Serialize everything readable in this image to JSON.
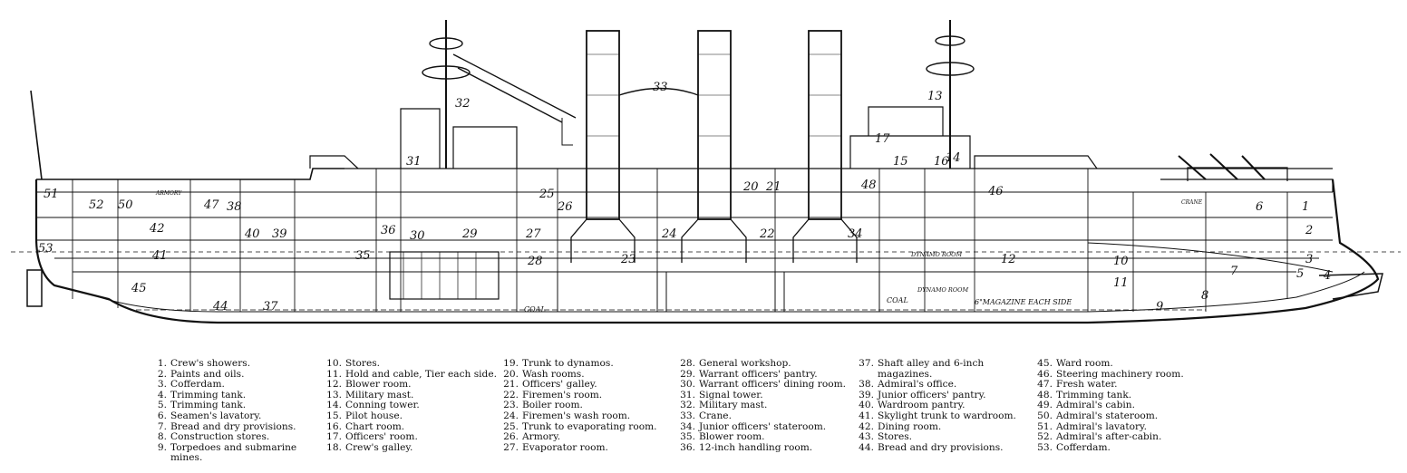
{
  "diagram": {
    "callouts": [
      "1",
      "2",
      "3",
      "4",
      "5",
      "6",
      "7",
      "8",
      "9",
      "10",
      "11",
      "12",
      "13",
      "14",
      "17",
      "20",
      "21",
      "22",
      "23",
      "24",
      "25",
      "26",
      "27",
      "28",
      "29",
      "30",
      "31",
      "32",
      "33",
      "35",
      "36",
      "37",
      "38",
      "39",
      "40",
      "41",
      "42",
      "44",
      "45",
      "47",
      "50",
      "51",
      "52",
      "53",
      "15",
      "16",
      "34",
      "48",
      "46"
    ],
    "text_labels": [
      "COAL",
      "COAL",
      "DYNAMO ROOM",
      "DYNAMO ROOM",
      "6\"MAGAZINE EACH SIDE",
      "ARMORY",
      "CRANE"
    ]
  },
  "legend": {
    "columns": [
      [
        {
          "num": "1.",
          "label": "Crew's showers."
        },
        {
          "num": "2.",
          "label": "Paints and oils."
        },
        {
          "num": "3.",
          "label": "Cofferdam."
        },
        {
          "num": "4.",
          "label": "Trimming tank."
        },
        {
          "num": "5.",
          "label": "Trimming tank."
        },
        {
          "num": "6.",
          "label": "Seamen's lavatory."
        },
        {
          "num": "7.",
          "label": "Bread and dry provisions."
        },
        {
          "num": "8.",
          "label": "Construction stores."
        },
        {
          "num": "9.",
          "label": "Torpedoes and submarine mines."
        }
      ],
      [
        {
          "num": "10.",
          "label": "Stores."
        },
        {
          "num": "11.",
          "label": "Hold and cable, Tier each side."
        },
        {
          "num": "12.",
          "label": "Blower room."
        },
        {
          "num": "13.",
          "label": "Military mast."
        },
        {
          "num": "14.",
          "label": "Conning tower."
        },
        {
          "num": "15.",
          "label": "Pilot house."
        },
        {
          "num": "16.",
          "label": "Chart room."
        },
        {
          "num": "17.",
          "label": "Officers' room."
        },
        {
          "num": "18.",
          "label": "Crew's galley."
        }
      ],
      [
        {
          "num": "19.",
          "label": "Trunk to dynamos."
        },
        {
          "num": "20.",
          "label": "Wash rooms."
        },
        {
          "num": "21.",
          "label": "Officers' galley."
        },
        {
          "num": "22.",
          "label": "Firemen's room."
        },
        {
          "num": "23.",
          "label": "Boiler room."
        },
        {
          "num": "24.",
          "label": "Firemen's wash room."
        },
        {
          "num": "25.",
          "label": "Trunk to evaporating room."
        },
        {
          "num": "26.",
          "label": "Armory."
        },
        {
          "num": "27.",
          "label": "Evaporator room."
        }
      ],
      [
        {
          "num": "28.",
          "label": "General workshop."
        },
        {
          "num": "29.",
          "label": "Warrant officers' pantry."
        },
        {
          "num": "30.",
          "label": "Warrant officers' dining room."
        },
        {
          "num": "31.",
          "label": "Signal tower."
        },
        {
          "num": "32.",
          "label": "Military mast."
        },
        {
          "num": "33.",
          "label": "Crane."
        },
        {
          "num": "34.",
          "label": "Junior officers' stateroom."
        },
        {
          "num": "35.",
          "label": "Blower room."
        },
        {
          "num": "36.",
          "label": "12-inch handling room."
        }
      ],
      [
        {
          "num": "37.",
          "label": "Shaft alley and 6-inch magazines."
        },
        {
          "num": "38.",
          "label": "Admiral's office."
        },
        {
          "num": "39.",
          "label": "Junior officers' pantry."
        },
        {
          "num": "40.",
          "label": "Wardroom pantry."
        },
        {
          "num": "41.",
          "label": "Skylight trunk to wardroom."
        },
        {
          "num": "42.",
          "label": "Dining room."
        },
        {
          "num": "43.",
          "label": "Stores."
        },
        {
          "num": "44.",
          "label": "Bread and dry provisions."
        }
      ],
      [
        {
          "num": "45.",
          "label": "Ward room."
        },
        {
          "num": "46.",
          "label": "Steering machinery room."
        },
        {
          "num": "47.",
          "label": "Fresh water."
        },
        {
          "num": "48.",
          "label": "Trimming tank."
        },
        {
          "num": "49.",
          "label": "Admiral's cabin."
        },
        {
          "num": "50.",
          "label": "Admiral's stateroom."
        },
        {
          "num": "51.",
          "label": "Admiral's lavatory."
        },
        {
          "num": "52.",
          "label": "Admiral's after-cabin."
        },
        {
          "num": "53.",
          "label": "Cofferdam."
        }
      ]
    ]
  }
}
